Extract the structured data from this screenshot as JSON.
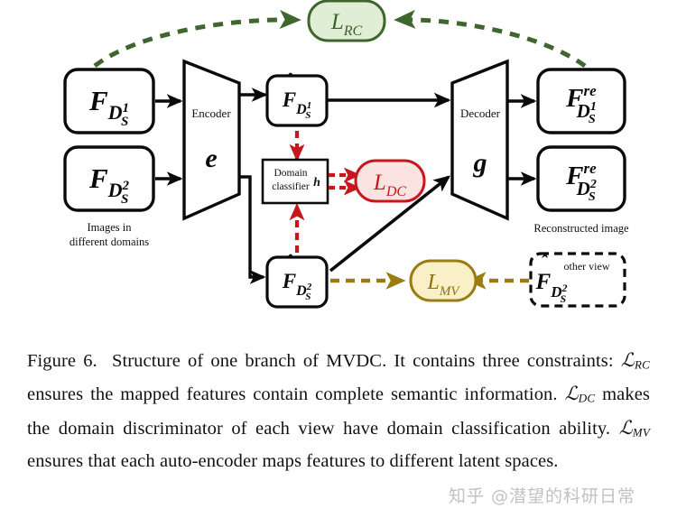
{
  "figure": {
    "caption_number": "Figure 6.",
    "caption_full": "Figure 6.  Structure of one branch of MVDC. It contains three constraints: LRC ensures the mapped features contain complete semantic information. LDC makes the domain discriminator of each view have domain classification ability. LMV ensures that each auto-encoder maps features to different latent spaces.",
    "caption_segments": {
      "s1": "Figure 6.",
      "s2": "Structure of one branch of MVDC. It contains three constraints:",
      "cal_rc_L": "ℒ",
      "cal_rc_sub": "RC",
      "s3": "ensures the mapped features contain complete semantic information.",
      "cal_dc_L": "ℒ",
      "cal_dc_sub": "DC",
      "s4": "makes the domain discriminator of each view have domain classification ability.",
      "cal_mv_L": "ℒ",
      "cal_mv_sub": "MV",
      "s5": "ensures that each auto-encoder maps features to different latent spaces."
    }
  },
  "watermark": {
    "text": "知乎 @潜望的科研日常"
  },
  "colors": {
    "black": "#0a0a0a",
    "red": "#c8161d",
    "red_fill": "#fbe3e1",
    "green": "#40662f",
    "green_fill": "#dfeed4",
    "olive": "#9a7d12",
    "olive_fill": "#faf0c8",
    "white": "#ffffff"
  },
  "nodes": {
    "input_top": {
      "F": "F",
      "sub_D": "D",
      "sub_S": "S",
      "sup_idx": "1"
    },
    "input_bottom": {
      "F": "F",
      "sub_D": "D",
      "sub_S": "S",
      "sup_idx": "2"
    },
    "input_caption_line1": "Images in",
    "input_caption_line2": "different domains",
    "encoder": {
      "title": "Encoder",
      "symbol": "e"
    },
    "decoder": {
      "title": "Decoder",
      "symbol": "g"
    },
    "feat_top": {
      "F": "F",
      "hat": "̂",
      "sub_D": "D",
      "sub_S": "S",
      "sup_idx": "1"
    },
    "feat_bottom": {
      "F": "F",
      "hat": "̂",
      "sub_D": "D",
      "sub_S": "S",
      "sup_idx": "2"
    },
    "domain_classifier": {
      "line1": "Domain",
      "line2": "classifier",
      "symbol": "h"
    },
    "other_view": {
      "F": "F",
      "hat": "̂",
      "sup_text": "other view",
      "sub_D": "D",
      "sub_S": "S",
      "sup_idx": "2"
    },
    "recon_top": {
      "F": "F",
      "sup_re": "re",
      "sub_D": "D",
      "sub_S": "S",
      "sup_idx": "1"
    },
    "recon_bottom": {
      "F": "F",
      "sup_re": "re",
      "sub_D": "D",
      "sub_S": "S",
      "sup_idx": "2"
    },
    "recon_caption": "Reconstructed image"
  },
  "losses": {
    "rc": {
      "L": "L",
      "sub": "RC",
      "color": "#40662f",
      "fill": "#dfeed4"
    },
    "dc": {
      "L": "L",
      "sub": "DC",
      "color": "#c8161d",
      "fill": "#fbe3e1"
    },
    "mv": {
      "L": "L",
      "sub": "MV",
      "color": "#9a7d12",
      "fill": "#faf0c8"
    }
  }
}
